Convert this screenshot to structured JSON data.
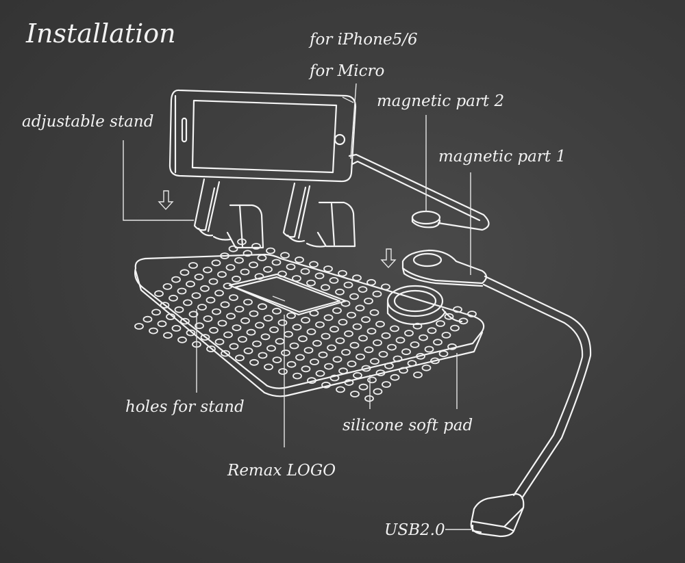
{
  "title": "Installation",
  "labels": {
    "iphone": "for iPhone5/6",
    "micro": "for Micro",
    "magnetic2": "magnetic part 2",
    "magnetic1": "magnetic part 1",
    "stand": "adjustable stand",
    "holes": "holes for stand",
    "pad": "silicone soft pad",
    "logo": "Remax LOGO",
    "usb": "USB2.0"
  },
  "colors": {
    "background": "#3e3e3e",
    "line_art": "#f4f4f4"
  },
  "icons": [
    "down-arrow-icon",
    "down-arrow-icon"
  ]
}
